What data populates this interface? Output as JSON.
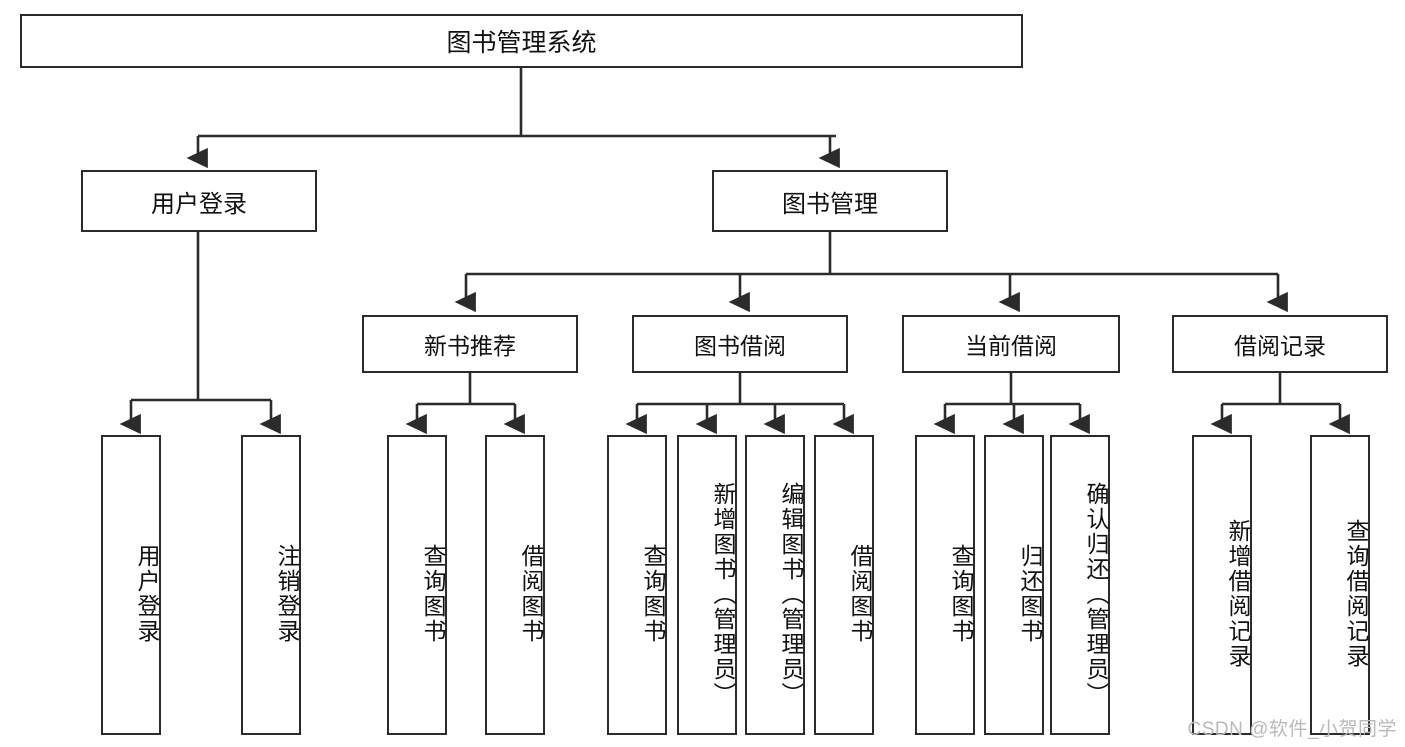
{
  "diagram": {
    "title": "图书管理系统",
    "type": "tree-hierarchy-chart",
    "root": {
      "label": "图书管理系统"
    },
    "level2": [
      {
        "label": "用户登录"
      },
      {
        "label": "图书管理"
      }
    ],
    "level3": [
      {
        "label": "新书推荐"
      },
      {
        "label": "图书借阅"
      },
      {
        "label": "当前借阅"
      },
      {
        "label": "借阅记录"
      }
    ],
    "leaves": [
      {
        "label": "用户登录"
      },
      {
        "label": "注销登录"
      },
      {
        "label": "查询图书"
      },
      {
        "label": "借阅图书"
      },
      {
        "label": "查询图书"
      },
      {
        "label": "新增图书（管理员）"
      },
      {
        "label": "编辑图书（管理员）"
      },
      {
        "label": "借阅图书"
      },
      {
        "label": "查询图书"
      },
      {
        "label": "归还图书"
      },
      {
        "label": "确认归还（管理员）"
      },
      {
        "label": "新增借阅记录"
      },
      {
        "label": "查询借阅记录"
      }
    ]
  },
  "watermark": {
    "text": "CSDN @软件_小贺同学"
  },
  "colors": {
    "border": "#2b2b2b",
    "background": "#ffffff",
    "text": "#111111",
    "watermark": "#b9b9b9"
  }
}
